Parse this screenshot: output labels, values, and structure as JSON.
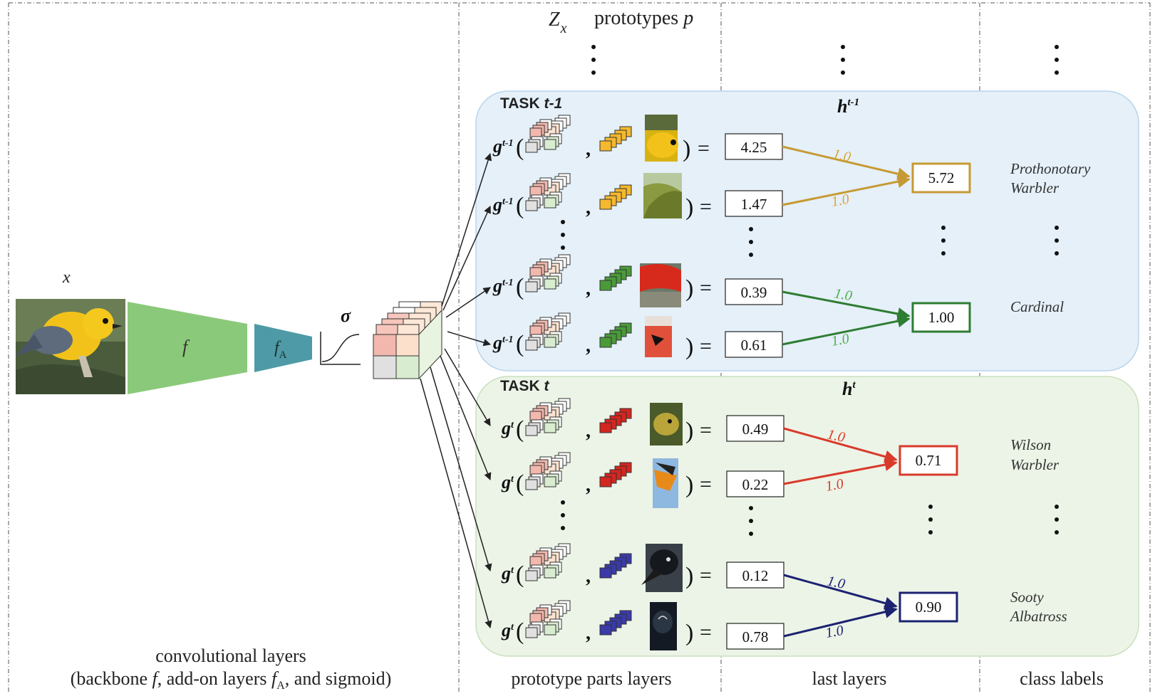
{
  "header": {
    "zx_main": "Z",
    "zx_sub": "x",
    "prototypes_text": "prototypes ",
    "prototypes_var": "p"
  },
  "input": {
    "label": "x"
  },
  "backbone": {
    "label": "f"
  },
  "addon": {
    "label_main": "f",
    "label_sub": "A"
  },
  "sigmoid": {
    "label": "σ"
  },
  "colors": {
    "task_prev_bg": "#e5f0f9",
    "task_prev_border": "#b8d4ec",
    "task_cur_bg": "#ecf4e7",
    "task_cur_border": "#c9e0bd",
    "backbone_green": "#8bc97a",
    "addon_teal": "#4e9aa6",
    "warbler_gold": "#c69a33",
    "cardinal_green": "#2e7d32",
    "wilson_red": "#d93a2b",
    "albatross_navy": "#1c2270",
    "proto_yellow": "#f5b82e",
    "proto_green": "#4a9a3a",
    "proto_red": "#d3261f",
    "proto_blue": "#3a3aa8"
  },
  "tasks": [
    {
      "title_main": "TASK ",
      "title_var": "t-1",
      "h_main": "h",
      "h_sup": "t-1",
      "g_sup": "t-1",
      "rows": [
        {
          "value": "4.25",
          "proto_color": "yellow",
          "edge_label": "1.0"
        },
        {
          "value": "1.47",
          "proto_color": "yellow",
          "edge_label": "1.0"
        },
        {
          "value": "0.39",
          "proto_color": "green",
          "edge_label": "1.0"
        },
        {
          "value": "0.61",
          "proto_color": "green",
          "edge_label": "1.0"
        }
      ],
      "outputs": [
        {
          "value": "5.72",
          "class_line1": "Prothonotary",
          "class_line2": "Warbler"
        },
        {
          "value": "1.00",
          "class_line1": "Cardinal",
          "class_line2": ""
        }
      ]
    },
    {
      "title_main": "TASK ",
      "title_var": "t",
      "h_main": "h",
      "h_sup": "t",
      "g_sup": "t",
      "rows": [
        {
          "value": "0.49",
          "proto_color": "red",
          "edge_label": "1.0"
        },
        {
          "value": "0.22",
          "proto_color": "red",
          "edge_label": "1.0"
        },
        {
          "value": "0.12",
          "proto_color": "blue",
          "edge_label": "1.0"
        },
        {
          "value": "0.78",
          "proto_color": "blue",
          "edge_label": "1.0"
        }
      ],
      "outputs": [
        {
          "value": "0.71",
          "class_line1": "Wilson",
          "class_line2": "Warbler"
        },
        {
          "value": "0.90",
          "class_line1": "Sooty",
          "class_line2": "Albatross"
        }
      ]
    }
  ],
  "g_letter": "g",
  "equals": "=",
  "footer": {
    "conv_line1": "convolutional layers",
    "conv_line2_a": "(backbone ",
    "conv_line2_f": "f",
    "conv_line2_b": ", add-on layers ",
    "conv_line2_fa": "f",
    "conv_line2_fa_sub": "A",
    "conv_line2_c": ", and sigmoid)",
    "proto_parts": "prototype parts layers",
    "last_layers": "last layers",
    "class_labels": "class labels"
  }
}
